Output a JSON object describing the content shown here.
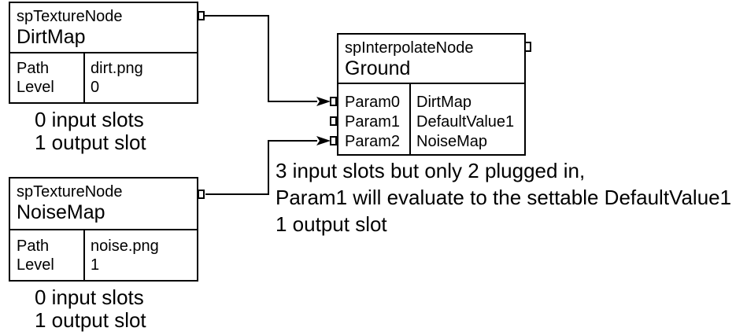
{
  "colors": {
    "background": "#ffffff",
    "line": "#000000",
    "text": "#000000"
  },
  "nodes": {
    "dirtmap": {
      "type": "spTextureNode",
      "name": "DirtMap",
      "properties": [
        {
          "key": "Path",
          "value": "dirt.png"
        },
        {
          "key": "Level",
          "value": "0"
        }
      ],
      "caption": [
        "0 input slots",
        "1 output slot"
      ]
    },
    "noisemap": {
      "type": "spTextureNode",
      "name": "NoiseMap",
      "properties": [
        {
          "key": "Path",
          "value": "noise.png"
        },
        {
          "key": "Level",
          "value": "1"
        }
      ],
      "caption": [
        "0 input slots",
        "1 output slot"
      ]
    },
    "ground": {
      "type": "spInterpolateNode",
      "name": "Ground",
      "params": [
        {
          "key": "Param0",
          "value": "DirtMap"
        },
        {
          "key": "Param1",
          "value": "DefaultValue1"
        },
        {
          "key": "Param2",
          "value": "NoiseMap"
        }
      ],
      "caption": [
        "3 input slots but only 2 plugged in,",
        "Param1 will evaluate to the settable DefaultValue1",
        "1 output slot"
      ]
    }
  },
  "connections": [
    {
      "from": "DirtMap.output",
      "to": "Ground.Param0"
    },
    {
      "from": "NoiseMap.output",
      "to": "Ground.Param2"
    }
  ]
}
